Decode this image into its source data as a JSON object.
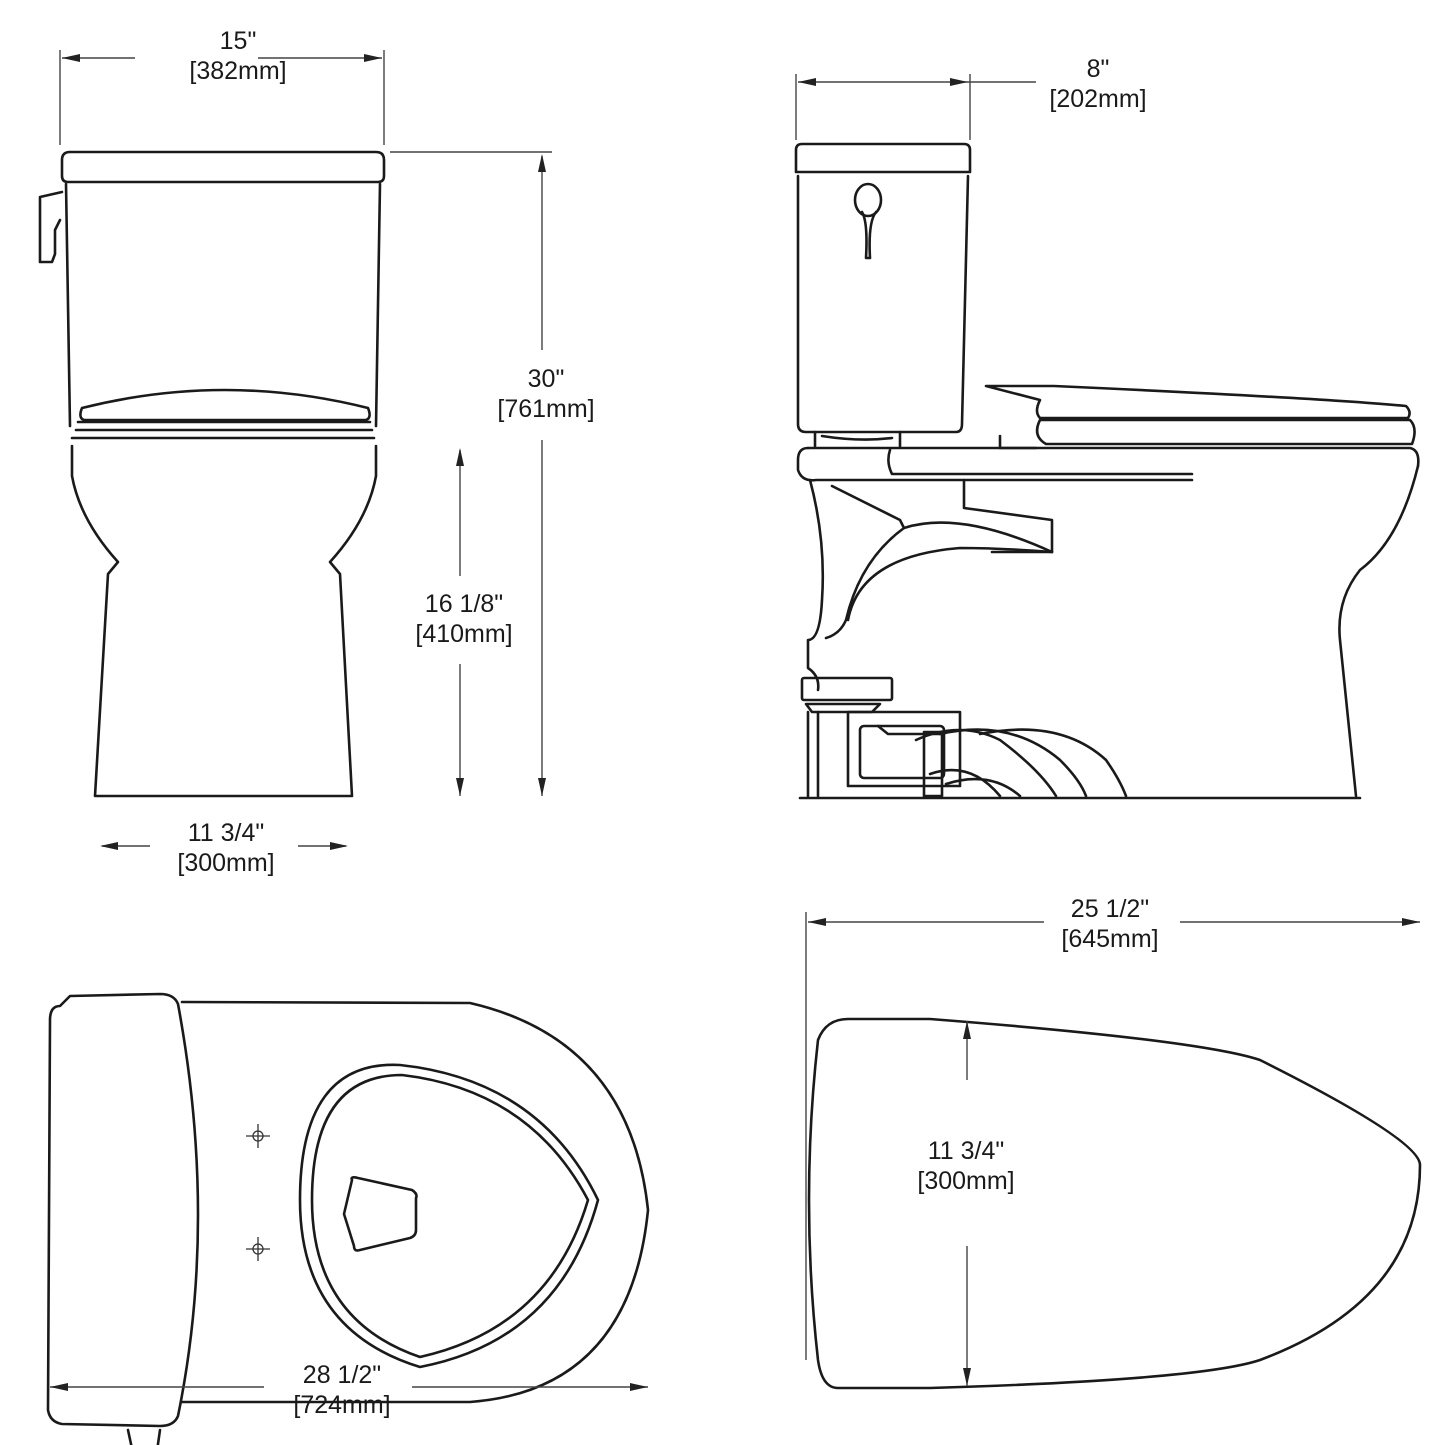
{
  "views": {
    "front": {
      "width_top": {
        "inches": "15\"",
        "mm": "[382mm]"
      },
      "overall_height": {
        "inches": "30\"",
        "mm": "[761mm]"
      },
      "seat_height": {
        "inches": "16 1/8\"",
        "mm": "[410mm]"
      },
      "base_width": {
        "inches": "11 3/4\"",
        "mm": "[300mm]"
      }
    },
    "side": {
      "tank_depth": {
        "inches": "8\"",
        "mm": "[202mm]"
      }
    },
    "top": {
      "overall_length": {
        "inches": "28 1/2\"",
        "mm": "[724mm]"
      }
    },
    "seat_top": {
      "seat_length": {
        "inches": "25 1/2\"",
        "mm": "[645mm]"
      },
      "seat_width": {
        "inches": "11 3/4\"",
        "mm": "[300mm]"
      }
    }
  },
  "colors": {
    "line": "#1a1a1a",
    "background": "#ffffff"
  }
}
